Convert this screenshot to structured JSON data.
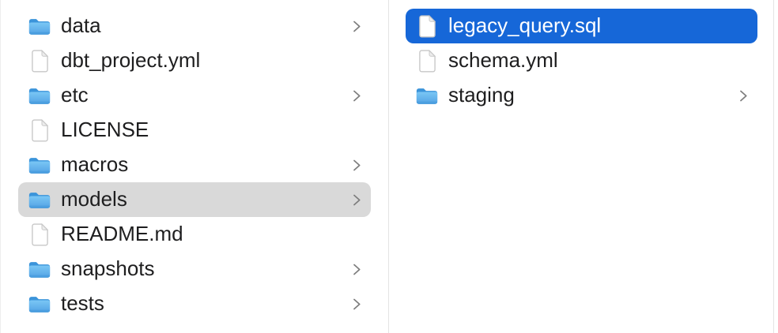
{
  "window": {
    "kind": "finder-column-browser"
  },
  "colors": {
    "selection_active": "#1667d8",
    "selection_inactive": "#d9d9d9",
    "divider": "#e4e4e4",
    "text": "#1e1e1f",
    "text_selected": "#ffffff",
    "chevron": "#7d7d7d",
    "folder_back": "#3b94da",
    "folder_front_top": "#7ac7f5",
    "folder_front_bottom": "#55a4e5"
  },
  "columns": [
    {
      "name": "parent-folder-column",
      "items": [
        {
          "label": "data",
          "type": "folder",
          "chevron": true,
          "selected": null
        },
        {
          "label": "dbt_project.yml",
          "type": "file",
          "chevron": false,
          "selected": null
        },
        {
          "label": "etc",
          "type": "folder",
          "chevron": true,
          "selected": null
        },
        {
          "label": "LICENSE",
          "type": "file",
          "chevron": false,
          "selected": null
        },
        {
          "label": "macros",
          "type": "folder",
          "chevron": true,
          "selected": null
        },
        {
          "label": "models",
          "type": "folder",
          "chevron": true,
          "selected": "inactive"
        },
        {
          "label": "README.md",
          "type": "file",
          "chevron": false,
          "selected": null
        },
        {
          "label": "snapshots",
          "type": "folder",
          "chevron": true,
          "selected": null
        },
        {
          "label": "tests",
          "type": "folder",
          "chevron": true,
          "selected": null
        }
      ]
    },
    {
      "name": "models-folder-column",
      "items": [
        {
          "label": "legacy_query.sql",
          "type": "file",
          "chevron": false,
          "selected": "active"
        },
        {
          "label": "schema.yml",
          "type": "file",
          "chevron": false,
          "selected": null
        },
        {
          "label": "staging",
          "type": "folder",
          "chevron": true,
          "selected": null
        }
      ]
    }
  ]
}
